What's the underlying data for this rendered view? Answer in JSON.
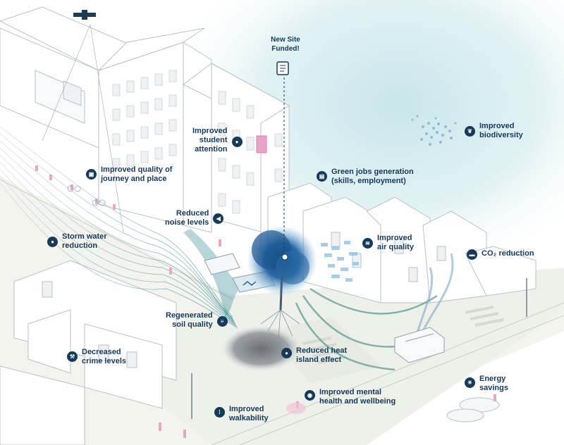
{
  "annotations": {
    "new_site": {
      "line1": "New Site",
      "line2": "Funded!",
      "icon": "document-icon"
    },
    "student_attention": {
      "line1": "Improved",
      "line2": "student",
      "line3": "attention",
      "icon": "person-icon"
    },
    "biodiversity": {
      "line1": "Improved",
      "line2": "biodiversity",
      "icon": "leaf-icon"
    },
    "journey_place": {
      "line1": "Improved quality of",
      "line2": "journey and place",
      "icon": "camera-icon"
    },
    "green_jobs": {
      "line1": "Green jobs generation",
      "line2": "(skills, employment)",
      "icon": "jobs-icon"
    },
    "noise": {
      "line1": "Reduced",
      "line2": "noise levels",
      "icon": "speaker-icon"
    },
    "storm_water": {
      "line1": "Storm water",
      "line2": "reduction",
      "icon": "water-drop-icon"
    },
    "air_quality": {
      "line1": "Improved",
      "line2": "air quality",
      "icon": "wind-icon"
    },
    "co2": {
      "line1": "CO₂ reduction",
      "icon": "bus-icon"
    },
    "soil": {
      "line1": "Regenerated",
      "line2": "soil quality",
      "icon": "soil-icon"
    },
    "heat_island": {
      "line1": "Reduced heat",
      "line2": "island effect",
      "icon": "thermometer-icon"
    },
    "crime": {
      "line1": "Decreased",
      "line2": "crime levels",
      "icon": "gavel-icon"
    },
    "mental_health": {
      "line1": "Improved mental",
      "line2": "health and wellbeing",
      "icon": "brain-icon"
    },
    "energy": {
      "line1": "Energy",
      "line2": "savings",
      "icon": "bulb-icon"
    },
    "walkability": {
      "line1": "Improved",
      "line2": "walkability",
      "icon": "footsteps-icon"
    }
  },
  "colors": {
    "label_navy": "#163a5a",
    "sky_teal": "#d9eef1",
    "tree_blue": "#1f5f96",
    "air_blue": "#8ec3e6",
    "pavement": "#ecefe6",
    "wind_green": "#4f9a8e",
    "building_line": "#b7c2cc"
  }
}
